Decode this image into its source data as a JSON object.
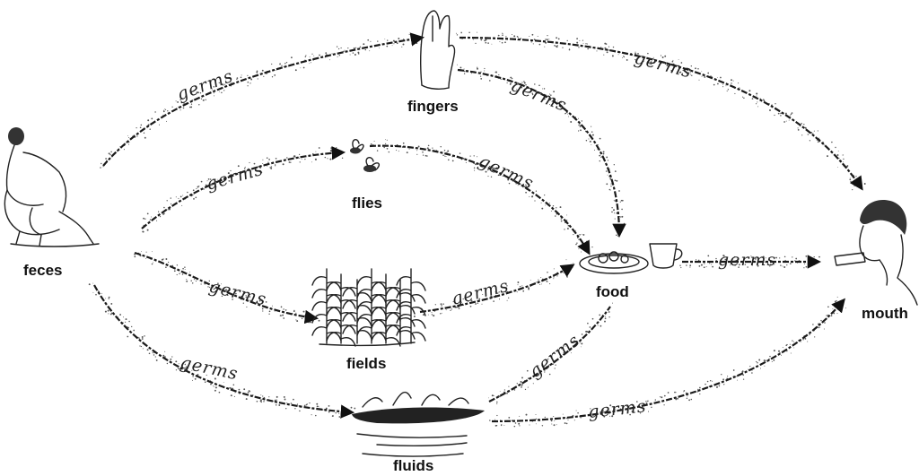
{
  "nodes": {
    "feces": "feces",
    "fingers": "fingers",
    "flies": "flies",
    "fields": "fields",
    "fluids": "fluids",
    "food": "food",
    "mouth": "mouth"
  },
  "edges": {
    "feces_fingers": "germs",
    "fingers_mouth": "germs",
    "fingers_food": "germs",
    "feces_flies": "germs",
    "flies_food": "germs",
    "feces_fields": "germs",
    "fields_food": "germs",
    "food_mouth": "germs",
    "feces_fluids": "germs",
    "fluids_food": "germs",
    "fluids_mouth": "germs"
  },
  "icons": [
    "squatting-person-icon",
    "hand-icon",
    "fly-icon",
    "corn-plants-icon",
    "water-puddle-icon",
    "food-plate-icon",
    "cup-icon",
    "drinking-person-icon"
  ]
}
